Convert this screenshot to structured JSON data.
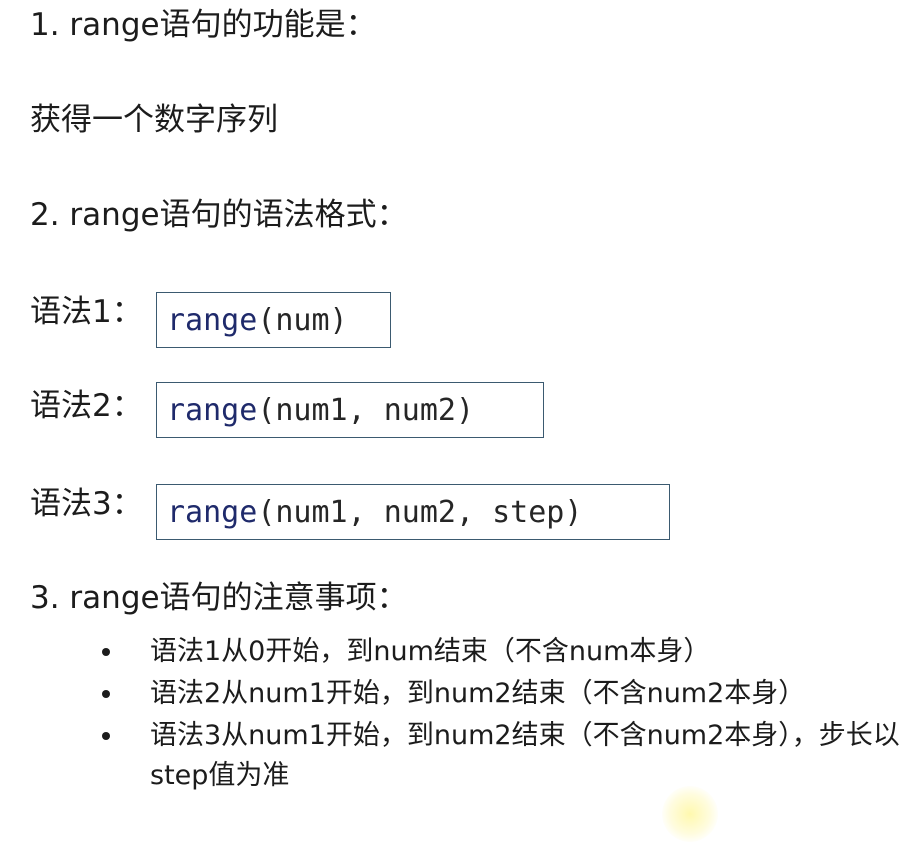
{
  "section1": {
    "heading": "1. range语句的功能是：",
    "answer": "获得一个数字序列"
  },
  "section2": {
    "heading": "2. range语句的语法格式：",
    "syntaxes": [
      {
        "label": "语法1：",
        "keyword": "range",
        "args": "(num)"
      },
      {
        "label": "语法2：",
        "keyword": "range",
        "args": "(num1, num2)"
      },
      {
        "label": "语法3：",
        "keyword": "range",
        "args": "(num1, num2, step)"
      }
    ]
  },
  "section3": {
    "heading": "3. range语句的注意事项：",
    "notes": [
      "语法1从0开始，到num结束（不含num本身）",
      "语法2从num1开始，到num2结束（不含num2本身）",
      "语法3从num1开始，到num2结束（不含num2本身），步长以step值为准"
    ]
  },
  "colors": {
    "text": "#1c1c1c",
    "keyword": "#1f2a6b",
    "box_border": "#3b5a70"
  }
}
